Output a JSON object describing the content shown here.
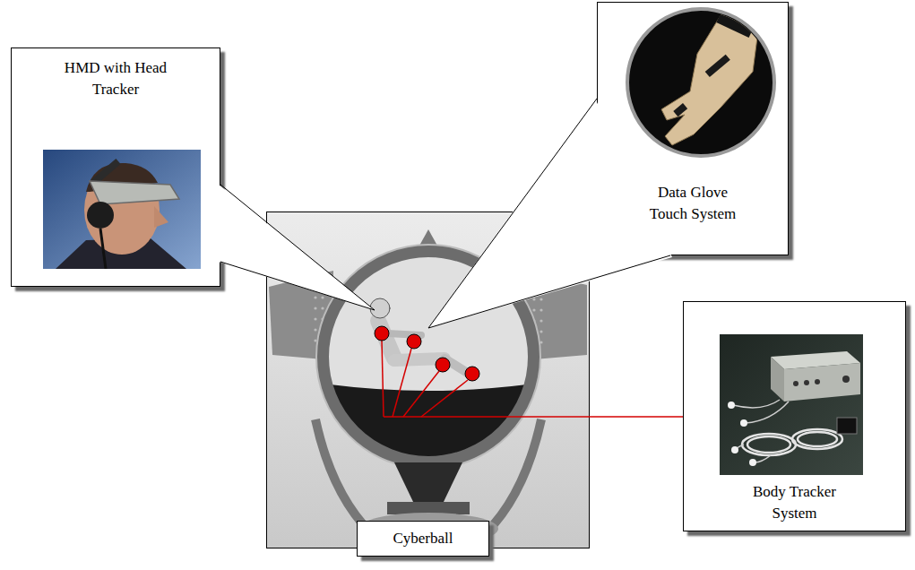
{
  "diagram": {
    "nodes": [
      {
        "text": [
          "HMD with Head Tracker"
        ]
      },
      {
        "text": [
          "Data Glove Touch System"
        ]
      },
      {
        "text": [
          "Cyberball"
        ]
      },
      {
        "text": [
          "Body Tracker System"
        ]
      }
    ],
    "edges": [
      {
        "from": 2,
        "to": 3,
        "arrow": "none"
      }
    ]
  }
}
